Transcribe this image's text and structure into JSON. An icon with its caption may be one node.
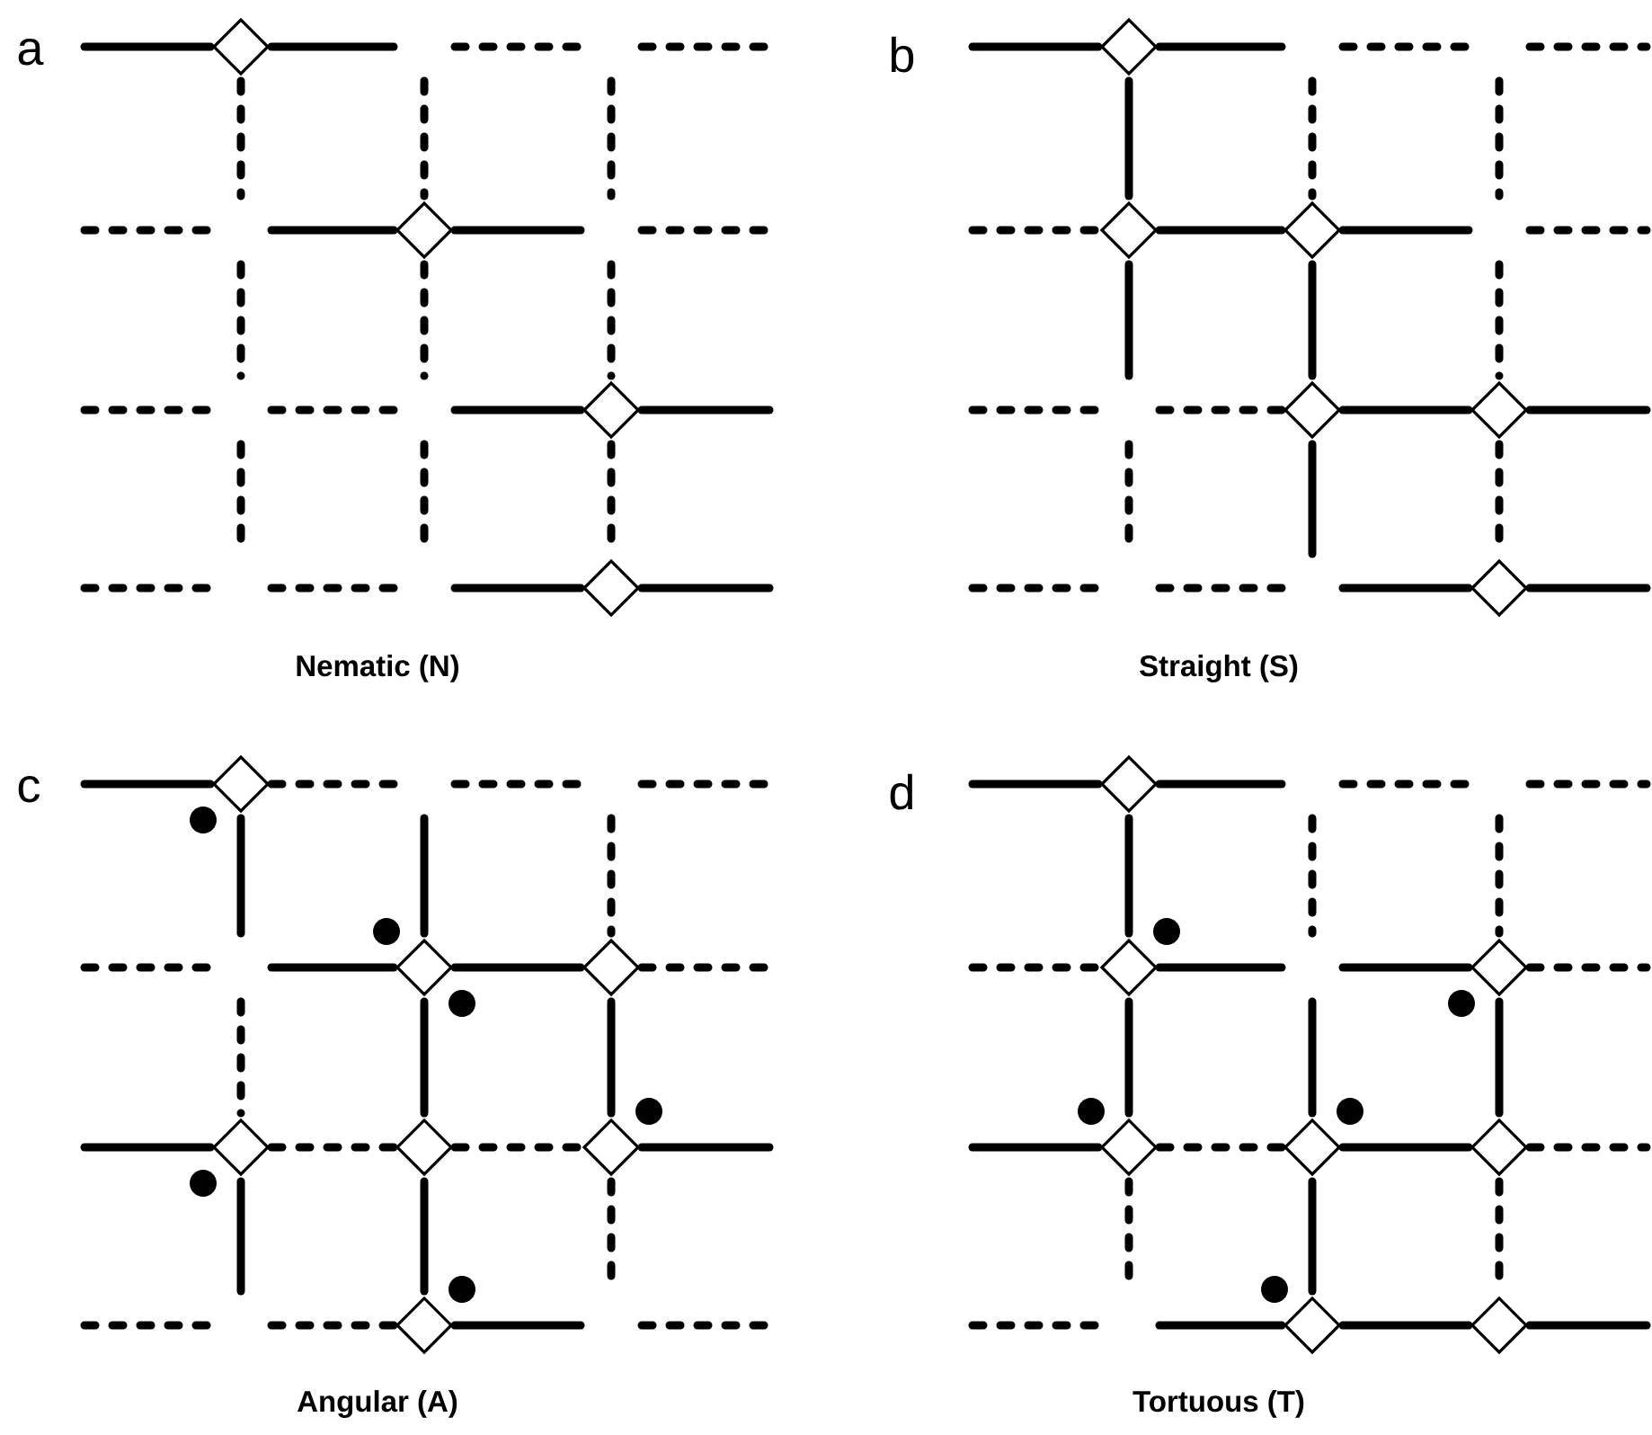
{
  "diagram": {
    "labels": [
      "a",
      "b",
      "Nematic (N)",
      "Straight (S)",
      "c",
      "d",
      "Angular (A)",
      "Tortuous (T)"
    ]
  }
}
